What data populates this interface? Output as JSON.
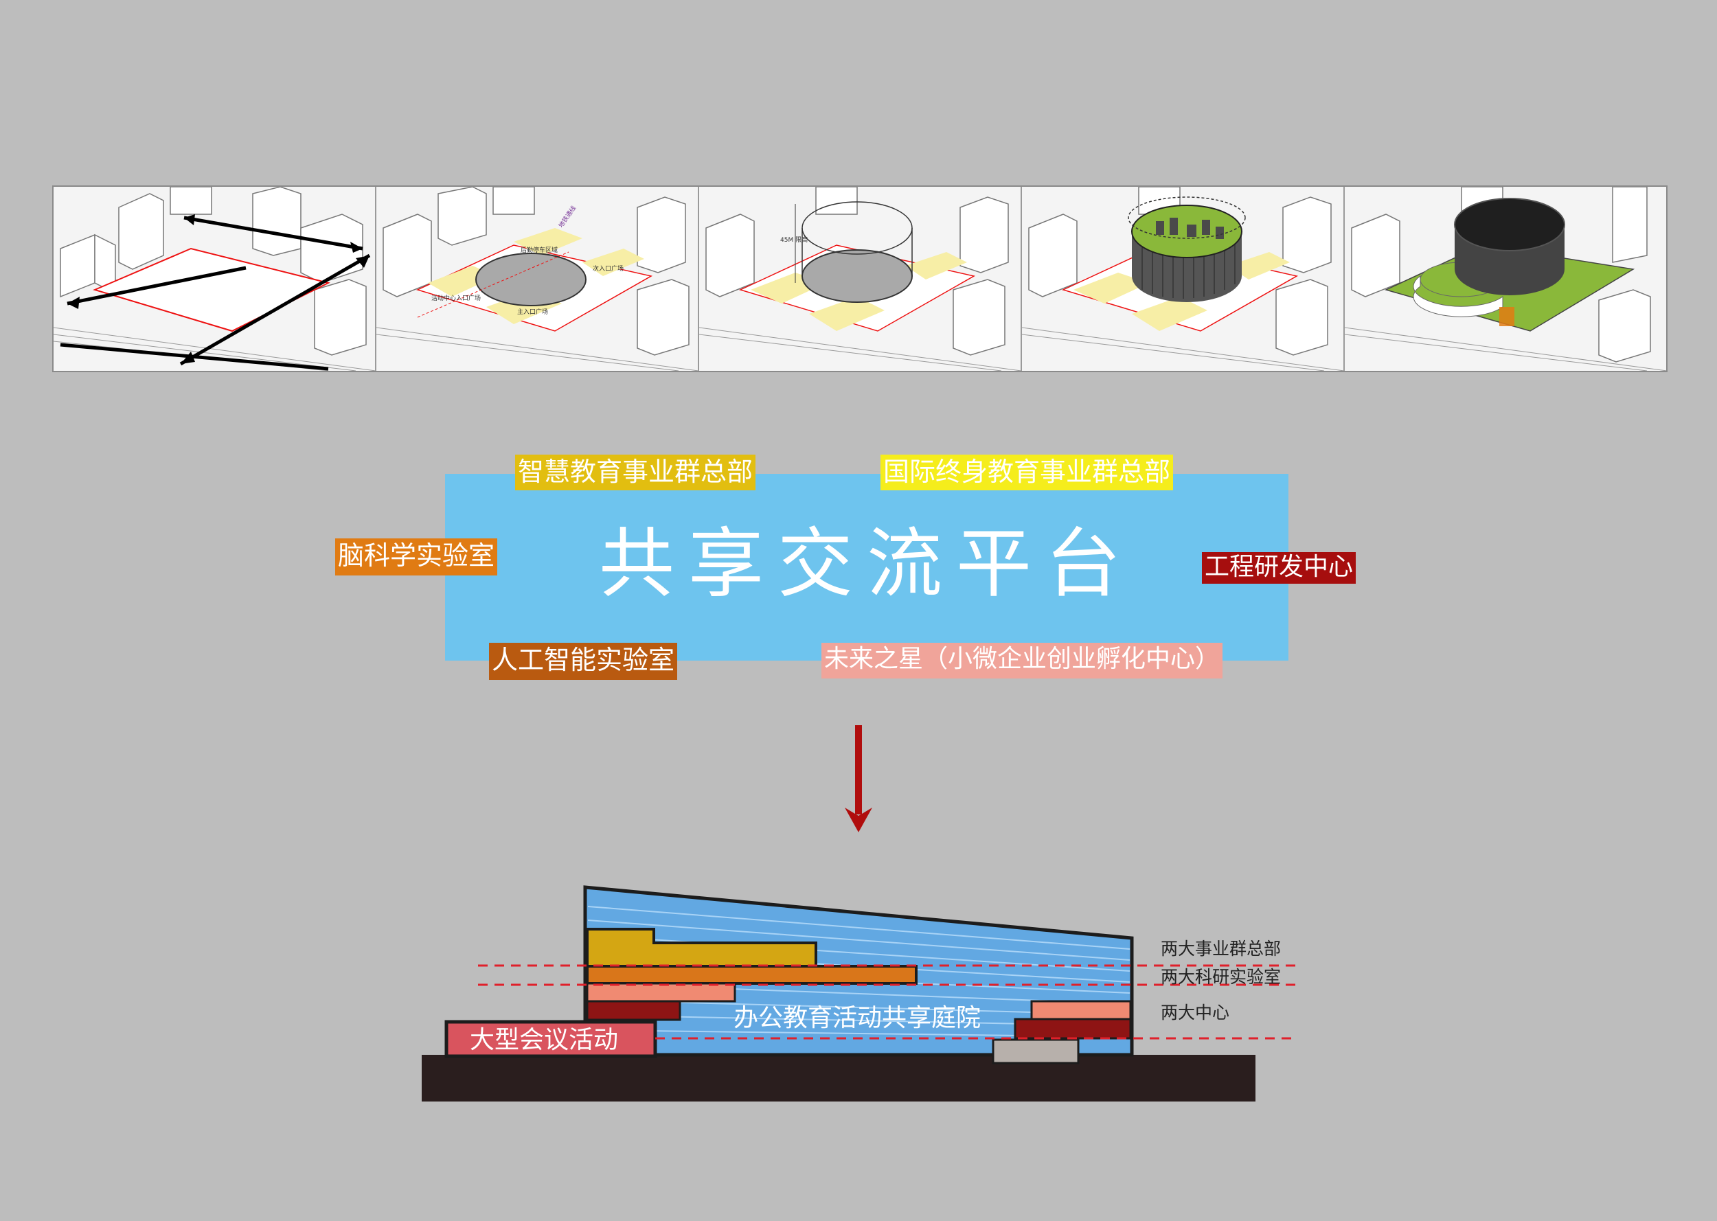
{
  "colors": {
    "background": "#bdbdbd",
    "platform_blue": "#6ec4ee",
    "gold": "#e2be10",
    "yellow": "#f5ed1c",
    "orange": "#e07b13",
    "brown_orange": "#b95a10",
    "dark_red": "#a60e0e",
    "pink": "#f0a49a",
    "arrow_red": "#b00d0d",
    "ground": "#2a1e1e",
    "dash_red": "#e0202a"
  },
  "platform": {
    "title": "共享交流平台"
  },
  "tags": {
    "smart_edu": "智慧教育事业群总部",
    "intl_edu": "国际终身教育事业群总部",
    "brain_lab": "脑科学实验室",
    "engineering": "工程研发中心",
    "ai_lab": "人工智能实验室",
    "future_star": "未来之星（小微企业创业孵化中心）"
  },
  "section": {
    "courtyard_label": "办公教育活动共享庭院",
    "conference_label": "大型会议活动",
    "legend": [
      "两大事业群总部",
      "两大科研实验室",
      "两大中心"
    ]
  },
  "diagram_notes": {
    "panel2_labels": [
      "后勤停车区域",
      "主入口广场",
      "次入口广场",
      "活动中心入口广场",
      "地铁通线"
    ],
    "panel3_label": "45M 限高"
  }
}
